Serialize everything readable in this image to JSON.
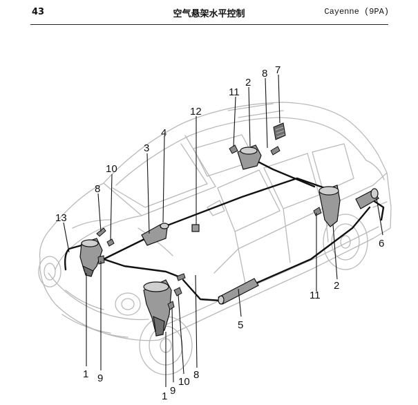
{
  "header": {
    "page_number": "43",
    "title": "空气悬架水平控制",
    "model": "Cayenne (9PA)"
  },
  "callouts": [
    {
      "id": "c13",
      "text": "13"
    },
    {
      "id": "c8a",
      "text": "8"
    },
    {
      "id": "c10a",
      "text": "10"
    },
    {
      "id": "c3",
      "text": "3"
    },
    {
      "id": "c4",
      "text": "4"
    },
    {
      "id": "c12",
      "text": "12"
    },
    {
      "id": "c11a",
      "text": "11"
    },
    {
      "id": "c2a",
      "text": "2"
    },
    {
      "id": "c8b",
      "text": "8"
    },
    {
      "id": "c7",
      "text": "7"
    },
    {
      "id": "c6",
      "text": "6"
    },
    {
      "id": "c2b",
      "text": "2"
    },
    {
      "id": "c11b",
      "text": "11"
    },
    {
      "id": "c5",
      "text": "5"
    },
    {
      "id": "c1a",
      "text": "1"
    },
    {
      "id": "c9a",
      "text": "9"
    },
    {
      "id": "c1b",
      "text": "1"
    },
    {
      "id": "c9b",
      "text": "9"
    },
    {
      "id": "c10b",
      "text": "10"
    },
    {
      "id": "c8c",
      "text": "8"
    }
  ]
}
